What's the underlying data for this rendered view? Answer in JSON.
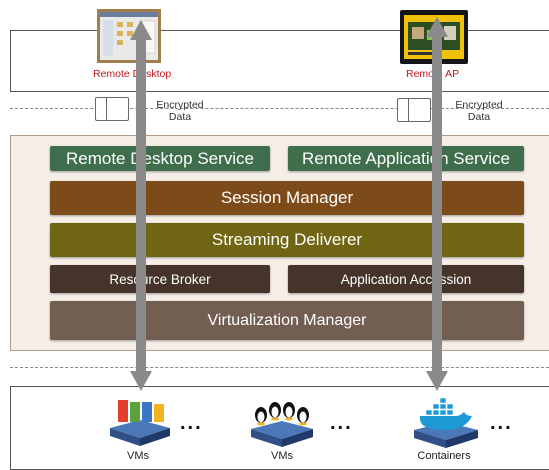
{
  "clients": {
    "remote_desktop_label": "Remote Desktop",
    "remote_ap_label": "Remote AP"
  },
  "transport": {
    "left_line1": "Encrypted",
    "left_line2": "Data",
    "right_line1": "Encrypted",
    "right_line2": "Data"
  },
  "services": {
    "remote_desktop_service": "Remote Desktop Service",
    "remote_application_service": "Remote Application Service"
  },
  "layers": {
    "session_manager": "Session Manager",
    "streaming_deliverer": "Streaming Deliverer",
    "resource_broker": "Resource Broker",
    "application_accession": "Application Accession",
    "virtualization_manager": "Virtualization Manager"
  },
  "backends": {
    "left_label": "VMs",
    "middle_label": "VMs",
    "right_label": "Containers",
    "ellipsis": "..."
  },
  "colors": {
    "service_green": "#3f6e4d",
    "session_brown": "#7d4b1a",
    "streaming_olive": "#6f6512",
    "broker_dark": "#46342a",
    "virtualization_taupe": "#735e52",
    "arrow_gray": "#8a8a8a",
    "client_label_red": "#c0171a"
  }
}
